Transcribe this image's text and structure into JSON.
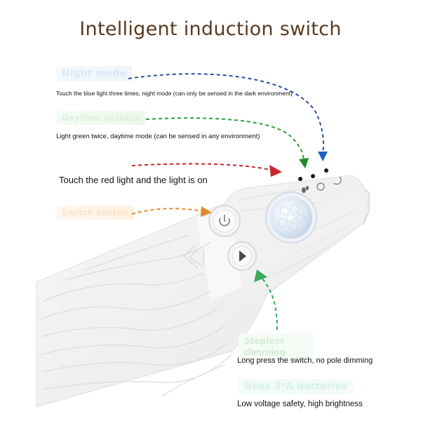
{
  "title": "Intelligent induction switch",
  "labels": {
    "night_mode": "Night mode",
    "daytime_pattern": "Daytime pattern",
    "switch_button": "Switch button",
    "dimming": "Stepless dimming",
    "batteries": "Uses 3*A batteries"
  },
  "descriptions": {
    "night": "Touch the blue light three times, night mode (can only be sensed in the dark environment)",
    "day": "Light green twice, daytime mode (can be sensed in any environment)",
    "red": "Touch the red light and the light is on",
    "press": "Long press the switch, no pole dimming",
    "low": "Low voltage safety, high brightness"
  },
  "colors": {
    "title": "#5a3a1f",
    "night_arrow": "#2a4fa0",
    "day_arrow": "#2f9a3c",
    "red_arrow": "#c9262a",
    "switch_arrow": "#e0892c",
    "dimming_arrow": "#3aa95a",
    "blue_dot": "#1e5ec8",
    "green_dot": "#1f8a2e"
  },
  "icons": [
    "indicator-dot-red",
    "indicator-dot-green",
    "indicator-dot-blue",
    "footprint-icon",
    "circle-icon",
    "moon-icon",
    "power-icon",
    "play-icon",
    "motion-sensor-lens"
  ]
}
